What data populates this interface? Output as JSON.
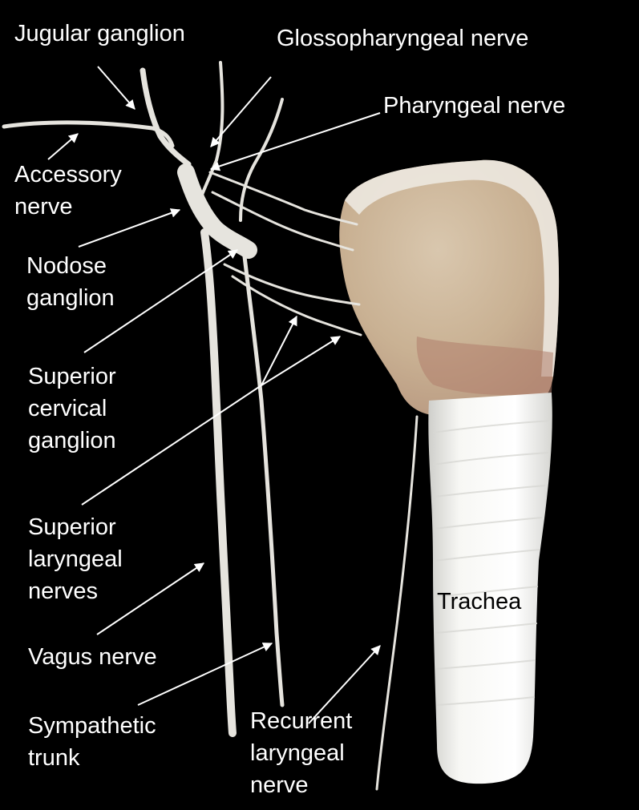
{
  "figure": {
    "colors": {
      "background": "#000000",
      "label_text": "#ffffff",
      "trachea_label_text": "#000000",
      "nerve": "#e6e4de",
      "trachea": "#f4f4f1",
      "larynx_tissue": "#c8b59c"
    },
    "labels": {
      "jugular_ganglion": [
        "Jugular ganglion"
      ],
      "glossopharyngeal_nerve": [
        "Glossopharyngeal nerve"
      ],
      "pharyngeal_nerve": [
        "Pharyngeal nerve"
      ],
      "accessory_nerve": [
        "Accessory",
        "nerve"
      ],
      "nodose_ganglion": [
        "Nodose",
        "ganglion"
      ],
      "superior_cervical_ganglion": [
        "Superior",
        "cervical",
        "ganglion"
      ],
      "superior_laryngeal_nerves": [
        "Superior",
        "laryngeal",
        "nerves"
      ],
      "vagus_nerve": [
        "Vagus nerve"
      ],
      "sympathetic_trunk": [
        "Sympathetic",
        "trunk"
      ],
      "recurrent_laryngeal_nerve": [
        "Recurrent",
        "laryngeal",
        "nerve"
      ],
      "trachea": [
        "Trachea"
      ]
    }
  }
}
